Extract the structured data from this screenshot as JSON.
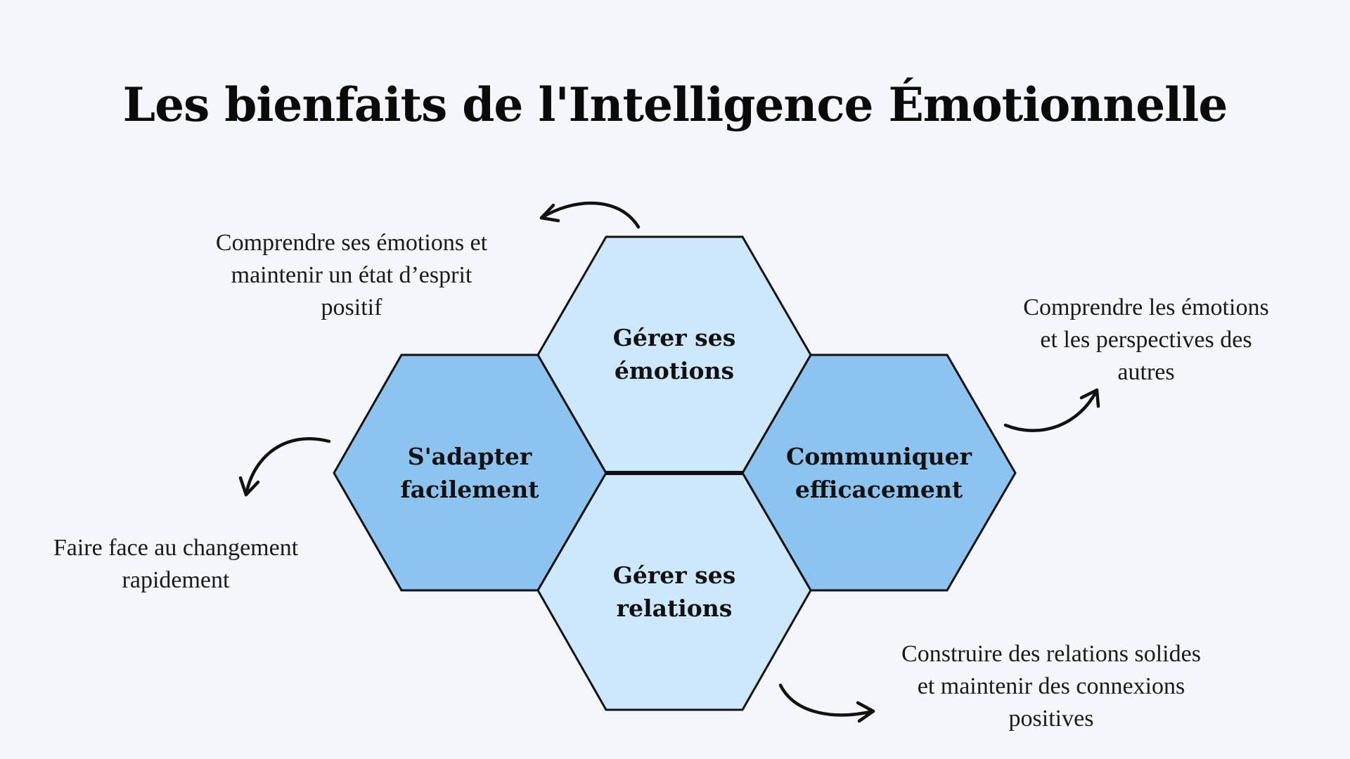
{
  "title": "Les bienfaits de l'Intelligence Émotionnelle",
  "colors": {
    "background": "#f4f6fb",
    "hex_light": "#cde8fc",
    "hex_dark": "#8dc3f0",
    "stroke": "#111111"
  },
  "hexagons": {
    "top": {
      "label_line1": "Gérer ses",
      "label_line2": "émotions"
    },
    "left": {
      "label_line1": "S'adapter",
      "label_line2": "facilement"
    },
    "right": {
      "label_line1": "Communiquer",
      "label_line2": "efficacement"
    },
    "bottom": {
      "label_line1": "Gérer ses",
      "label_line2": "relations"
    }
  },
  "notes": {
    "top_left": {
      "line1": "Comprendre ses émotions et",
      "line2": "maintenir un état d’esprit",
      "line3": "positif"
    },
    "right": {
      "line1": "Comprendre les émotions",
      "line2": "et les perspectives des",
      "line3": "autres"
    },
    "left": {
      "line1": "Faire face au changement",
      "line2": "rapidement"
    },
    "bottom_right": {
      "line1": "Construire des relations solides",
      "line2": "et maintenir des connexions",
      "line3": "positives"
    }
  },
  "icons": [
    "curved-arrow-icon"
  ]
}
